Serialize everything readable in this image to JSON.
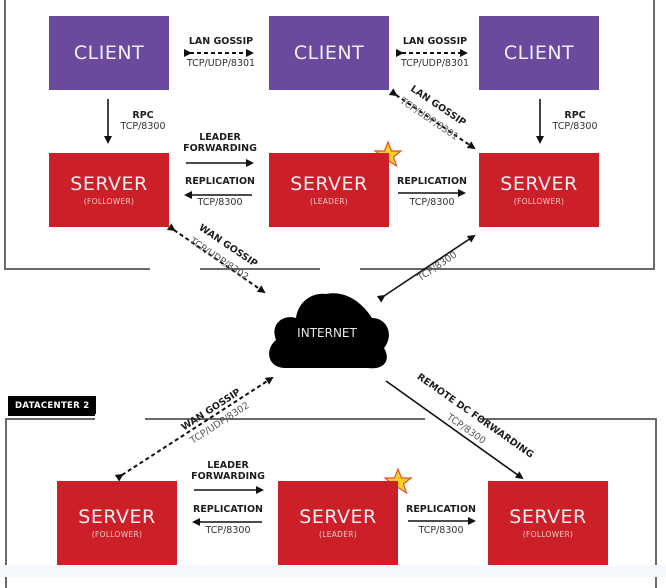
{
  "colors": {
    "client": "#6a4a9c",
    "server": "#cc1f28",
    "star": "#f7d02c",
    "star_outline": "#e4502a",
    "line": "#111111",
    "frame": "#6a6a6a"
  },
  "datacenter1": {
    "clients": [
      {
        "title": "CLIENT"
      },
      {
        "title": "CLIENT"
      },
      {
        "title": "CLIENT"
      }
    ],
    "servers": [
      {
        "title": "SERVER",
        "role": "(FOLLOWER)"
      },
      {
        "title": "SERVER",
        "role": "(LEADER)"
      },
      {
        "title": "SERVER",
        "role": "(FOLLOWER)"
      }
    ],
    "links": {
      "lan_gossip_1": {
        "name": "LAN GOSSIP",
        "port": "TCP/UDP/8301"
      },
      "lan_gossip_2": {
        "name": "LAN GOSSIP",
        "port": "TCP/UDP/8301"
      },
      "lan_gossip_diag": {
        "name": "LAN GOSSIP",
        "port": "TCP/UDP/8301"
      },
      "rpc_left": {
        "name": "RPC",
        "port": "TCP/8300"
      },
      "rpc_right": {
        "name": "RPC",
        "port": "TCP/8300"
      },
      "leader_forwarding": {
        "line1": "LEADER",
        "line2": "FORWARDING"
      },
      "replication_left": {
        "name": "REPLICATION",
        "port": "TCP/8300"
      },
      "replication_right": {
        "name": "REPLICATION",
        "port": "TCP/8300"
      },
      "wan_gossip": {
        "name": "WAN GOSSIP",
        "port": "TCP/UDP/8302"
      },
      "tcp_internet": {
        "port": "TCP/8300"
      }
    }
  },
  "internet": {
    "label": "INTERNET"
  },
  "datacenter2": {
    "tag": "DATACENTER 2",
    "servers": [
      {
        "title": "SERVER",
        "role": "(FOLLOWER)"
      },
      {
        "title": "SERVER",
        "role": "(LEADER)"
      },
      {
        "title": "SERVER",
        "role": "(FOLLOWER)"
      }
    ],
    "links": {
      "wan_gossip": {
        "name": "WAN GOSSIP",
        "port": "TCP/UDP/8302"
      },
      "remote_dc_forwarding": {
        "name": "REMOTE DC FORWARDING",
        "port": "TCP/8300"
      },
      "leader_forwarding": {
        "line1": "LEADER",
        "line2": "FORWARDING"
      },
      "replication_left": {
        "name": "REPLICATION",
        "port": "TCP/8300"
      },
      "replication_right": {
        "name": "REPLICATION",
        "port": "TCP/8300"
      }
    }
  }
}
